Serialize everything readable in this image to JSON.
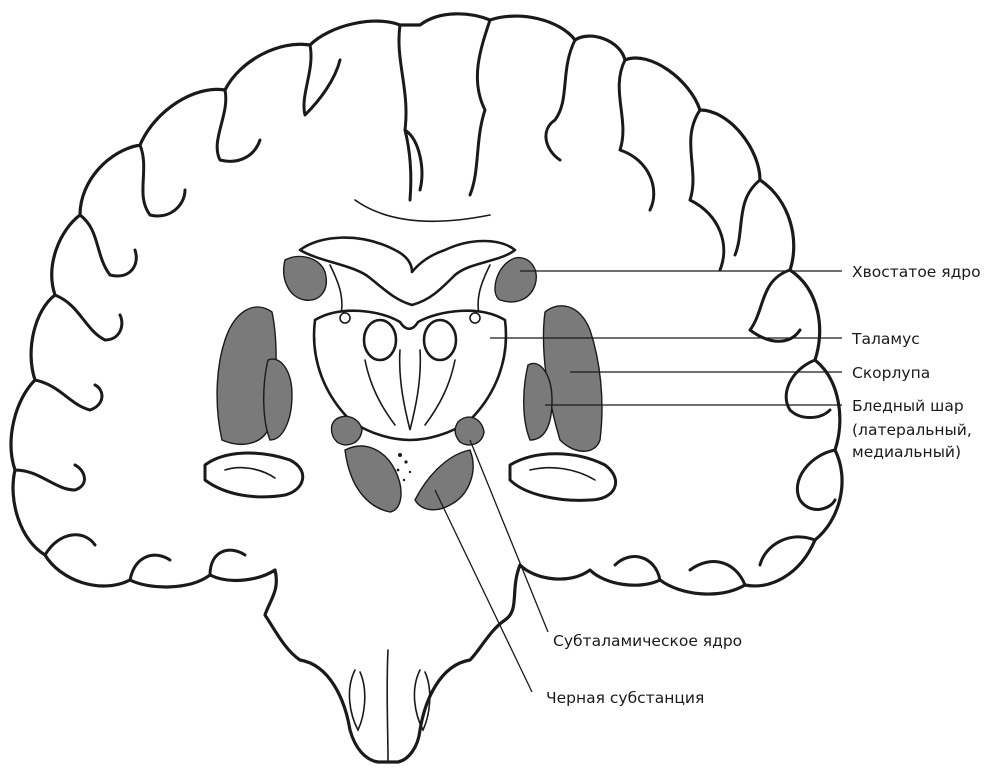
{
  "labels": {
    "caudate": "Хвостатое ядро",
    "thalamus": "Таламус",
    "putamen": "Скорлупа",
    "globus_pallidus_1": "Бледный шар",
    "globus_pallidus_2": "(латеральный,",
    "globus_pallidus_3": "медиальный)",
    "subthalamic": "Субталамическое ядро",
    "substantia_nigra": "Черная субстанция"
  },
  "colors": {
    "nucleus_fill": "#7a7a7a",
    "outline": "#1a1a1a",
    "background": "#ffffff"
  }
}
